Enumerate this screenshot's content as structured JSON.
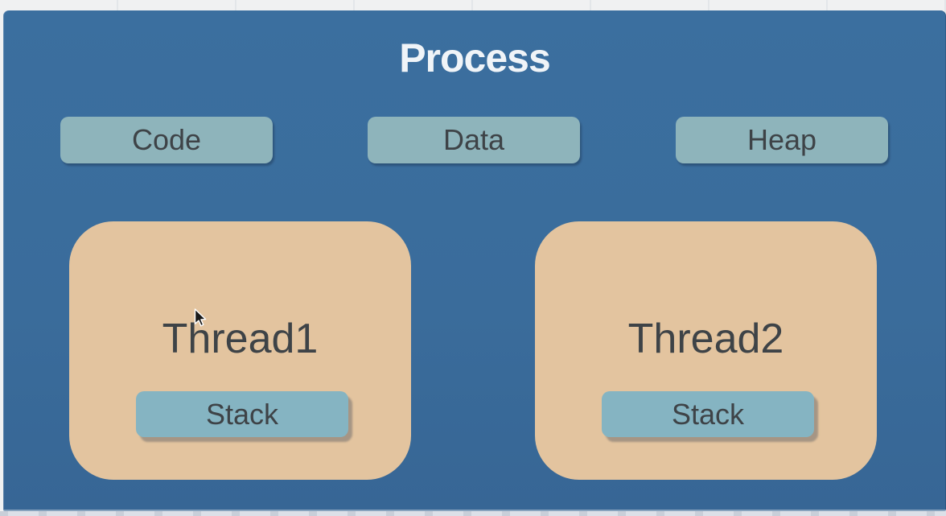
{
  "diagram": {
    "title": "Process",
    "memory_segments": [
      {
        "label": "Code"
      },
      {
        "label": "Data"
      },
      {
        "label": "Heap"
      }
    ],
    "threads": [
      {
        "label": "Thread1",
        "stack_label": "Stack"
      },
      {
        "label": "Thread2",
        "stack_label": "Stack"
      }
    ],
    "colors": {
      "panel_blue": "#3A6D9C",
      "segment_teal": "#8EB4BB",
      "stack_teal": "#85B4C2",
      "thread_tan": "#E3C49F",
      "title_text": "#F0F4F8",
      "box_text": "#3E4347",
      "page_background": "#F0F1F2"
    }
  }
}
